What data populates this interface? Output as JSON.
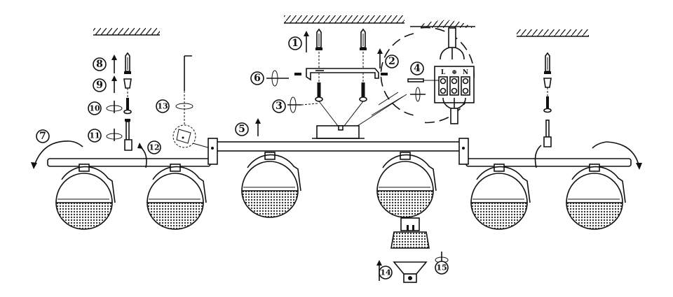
{
  "steps": [
    "1",
    "2",
    "3",
    "4",
    "5",
    "6",
    "7",
    "8",
    "9",
    "10",
    "11",
    "12",
    "13",
    "14",
    "15"
  ],
  "terminal": {
    "live": "L",
    "earth": "⊕",
    "neutral": "N"
  },
  "colors": {
    "line": "#111111",
    "mesh": "#555555",
    "background": "#ffffff"
  }
}
